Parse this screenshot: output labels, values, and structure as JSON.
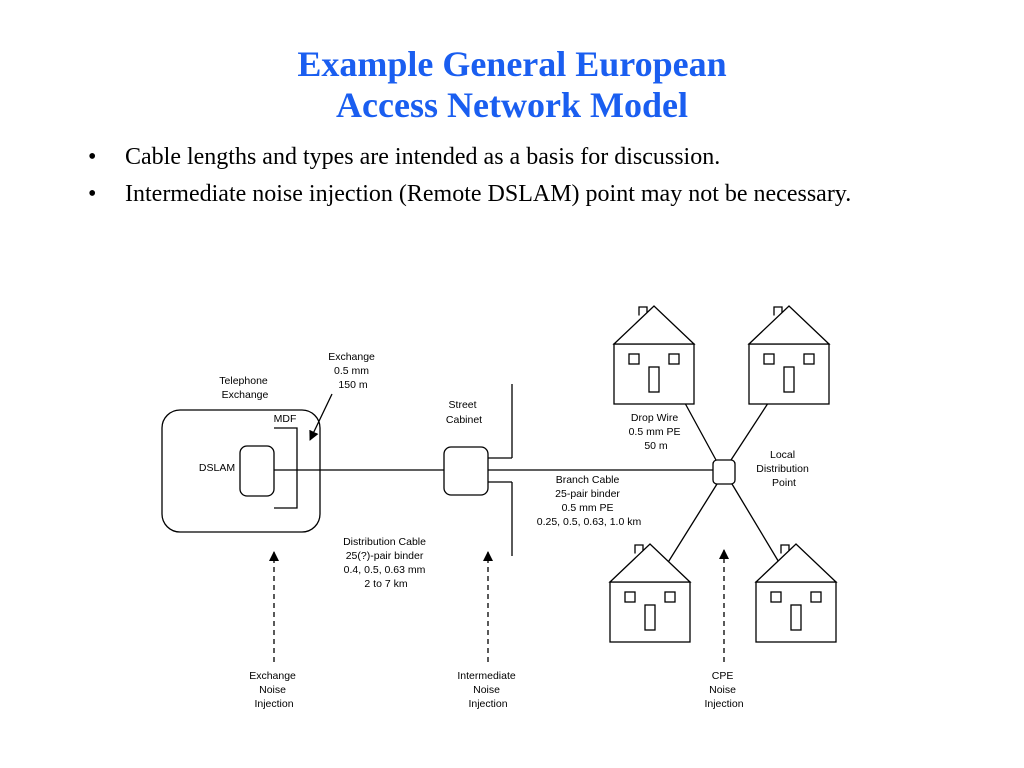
{
  "title": {
    "line1": "Example General European",
    "line2": "Access Network Model"
  },
  "bullets": [
    "Cable lengths and types are intended as a basis for discussion.",
    "Intermediate noise injection (Remote DSLAM) point may not be necessary."
  ],
  "colors": {
    "title": "#1a5ef0",
    "line": "#000000"
  },
  "diagram": {
    "telephone_exchange": [
      "Telephone",
      "Exchange"
    ],
    "mdf": "MDF",
    "dslam": "DSLAM",
    "exchange_cable": [
      "Exchange",
      "0.5 mm",
      "150 m"
    ],
    "street_cabinet": [
      "Street",
      "Cabinet"
    ],
    "distribution_cable": [
      "Distribution Cable",
      "25(?)-pair binder",
      "0.4, 0.5, 0.63 mm",
      "2 to 7 km"
    ],
    "branch_cable": [
      "Branch Cable",
      "25-pair binder",
      "0.5 mm PE",
      "0.25, 0.5, 0.63, 1.0 km"
    ],
    "drop_wire": [
      "Drop Wire",
      "0.5 mm PE",
      "50 m"
    ],
    "local_distribution_point": [
      "Local",
      "Distribution",
      "Point"
    ],
    "exchange_noise": [
      "Exchange",
      "Noise",
      "Injection"
    ],
    "intermediate_noise": [
      "Intermediate",
      "Noise",
      "Injection"
    ],
    "cpe_noise": [
      "CPE",
      "Noise",
      "Injection"
    ]
  }
}
